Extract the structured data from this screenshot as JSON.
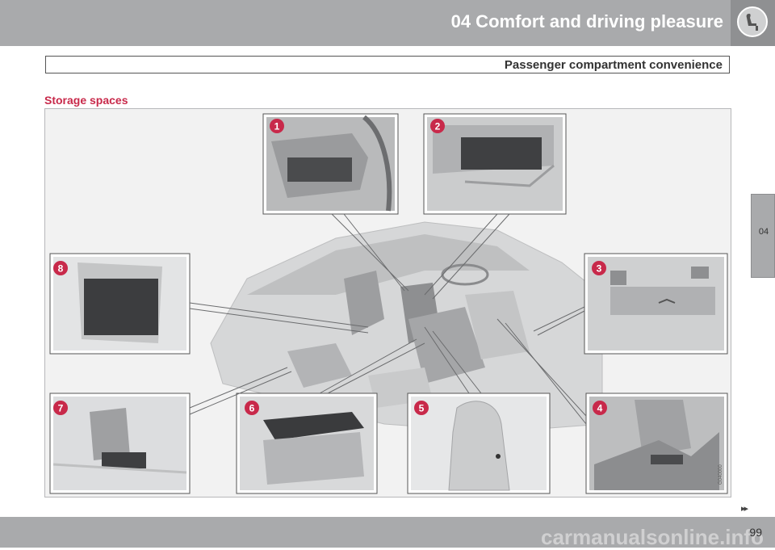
{
  "header": {
    "chapter_title": "04 Comfort and driving pleasure",
    "chapter_icon": "seat-icon",
    "section_title": "Passenger compartment convenience"
  },
  "side_tab": {
    "label": "04"
  },
  "content": {
    "heading": "Storage spaces",
    "figure": {
      "callouts": [
        "1",
        "2",
        "3",
        "4",
        "5",
        "6",
        "7",
        "8"
      ],
      "image_code": "G040000"
    }
  },
  "footer": {
    "next_page_marker": "▸▸",
    "page_number": "99",
    "watermark": "carmanualsonline.info"
  },
  "colors": {
    "header_gray": "#a9aaac",
    "heading_red": "#c8294a",
    "callout_red": "#c8294a"
  }
}
